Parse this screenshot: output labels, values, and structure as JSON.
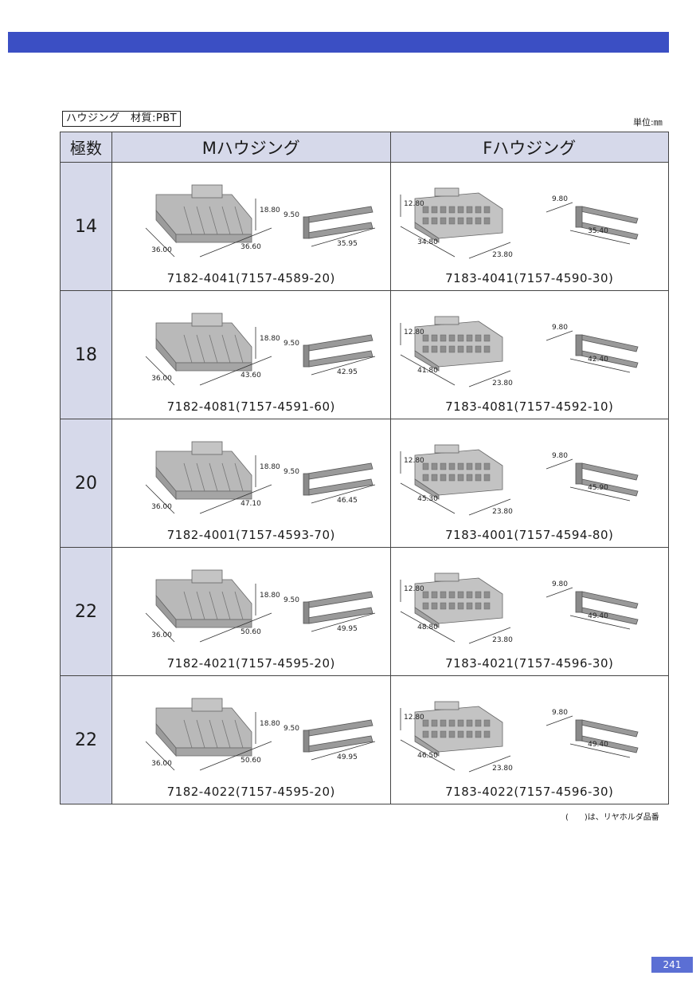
{
  "header": {
    "section_label": "ハウジング　材質:PBT",
    "unit": "単位:㎜"
  },
  "table": {
    "col_poles": "極数",
    "col_m": "Mハウジング",
    "col_f": "Fハウジング",
    "rows": [
      {
        "poles": "14",
        "m": {
          "part": "7182-4041(7157-4589-20)",
          "dims": {
            "height": "18.80",
            "depth": "36.00",
            "length": "36.60",
            "holder_w": "9.50",
            "holder_l": "35.95"
          }
        },
        "f": {
          "part": "7183-4041(7157-4590-30)",
          "dims": {
            "height": "12.80",
            "length": "34.80",
            "depth": "23.80",
            "holder_w": "9.80",
            "holder_l": "35.40"
          }
        }
      },
      {
        "poles": "18",
        "m": {
          "part": "7182-4081(7157-4591-60)",
          "dims": {
            "height": "18.80",
            "depth": "36.00",
            "length": "43.60",
            "holder_w": "9.50",
            "holder_l": "42.95"
          }
        },
        "f": {
          "part": "7183-4081(7157-4592-10)",
          "dims": {
            "height": "12.80",
            "length": "41.80",
            "depth": "23.80",
            "holder_w": "9.80",
            "holder_l": "42.40"
          }
        }
      },
      {
        "poles": "20",
        "m": {
          "part": "7182-4001(7157-4593-70)",
          "dims": {
            "height": "18.80",
            "depth": "36.00",
            "length": "47.10",
            "holder_w": "9.50",
            "holder_l": "46.45"
          }
        },
        "f": {
          "part": "7183-4001(7157-4594-80)",
          "dims": {
            "height": "12.80",
            "length": "45.30",
            "depth": "23.80",
            "holder_w": "9.80",
            "holder_l": "45.90"
          }
        }
      },
      {
        "poles": "22",
        "m": {
          "part": "7182-4021(7157-4595-20)",
          "dims": {
            "height": "18.80",
            "depth": "36.00",
            "length": "50.60",
            "holder_w": "9.50",
            "holder_l": "49.95"
          }
        },
        "f": {
          "part": "7183-4021(7157-4596-30)",
          "dims": {
            "height": "12.80",
            "length": "48.80",
            "depth": "23.80",
            "holder_w": "9.80",
            "holder_l": "49.40"
          }
        }
      },
      {
        "poles": "22",
        "m": {
          "part": "7182-4022(7157-4595-20)",
          "dims": {
            "height": "18.80",
            "depth": "36.00",
            "length": "50.60",
            "holder_w": "9.50",
            "holder_l": "49.95"
          }
        },
        "f": {
          "part": "7183-4022(7157-4596-30)",
          "dims": {
            "height": "12.80",
            "length": "46.50",
            "depth": "23.80",
            "holder_w": "9.80",
            "holder_l": "49.40"
          }
        }
      }
    ]
  },
  "footer": {
    "note": "(　　)は、リヤホルダ品番",
    "page_number": "241"
  }
}
